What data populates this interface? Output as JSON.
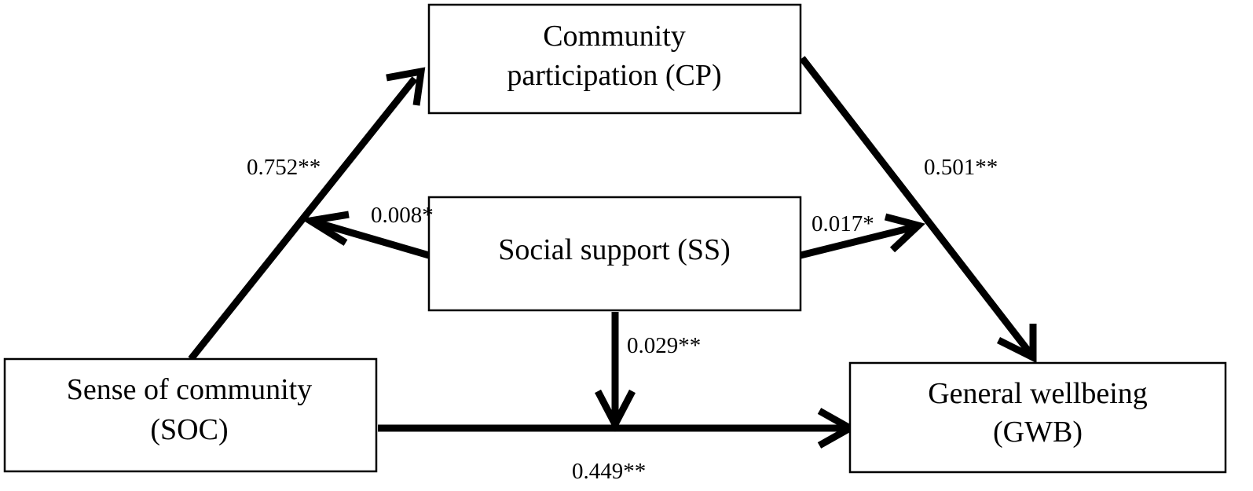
{
  "nodes": {
    "cp": {
      "line1": "Community",
      "line2": "participation (CP)"
    },
    "ss": {
      "line1": "Social support (SS)"
    },
    "soc": {
      "line1": "Sense of community",
      "line2": "(SOC)"
    },
    "gwb": {
      "line1": "General wellbeing",
      "line2": "(GWB)"
    }
  },
  "edges": {
    "soc_cp": {
      "label": "0.752**"
    },
    "cp_gwb": {
      "label": "0.501**"
    },
    "ss_left": {
      "label": "0.008*"
    },
    "ss_right": {
      "label": "0.017*"
    },
    "ss_down": {
      "label": "0.029**"
    },
    "soc_gwb": {
      "label": "0.449**"
    }
  },
  "colors": {
    "stroke": "#000000",
    "background": "#ffffff"
  }
}
